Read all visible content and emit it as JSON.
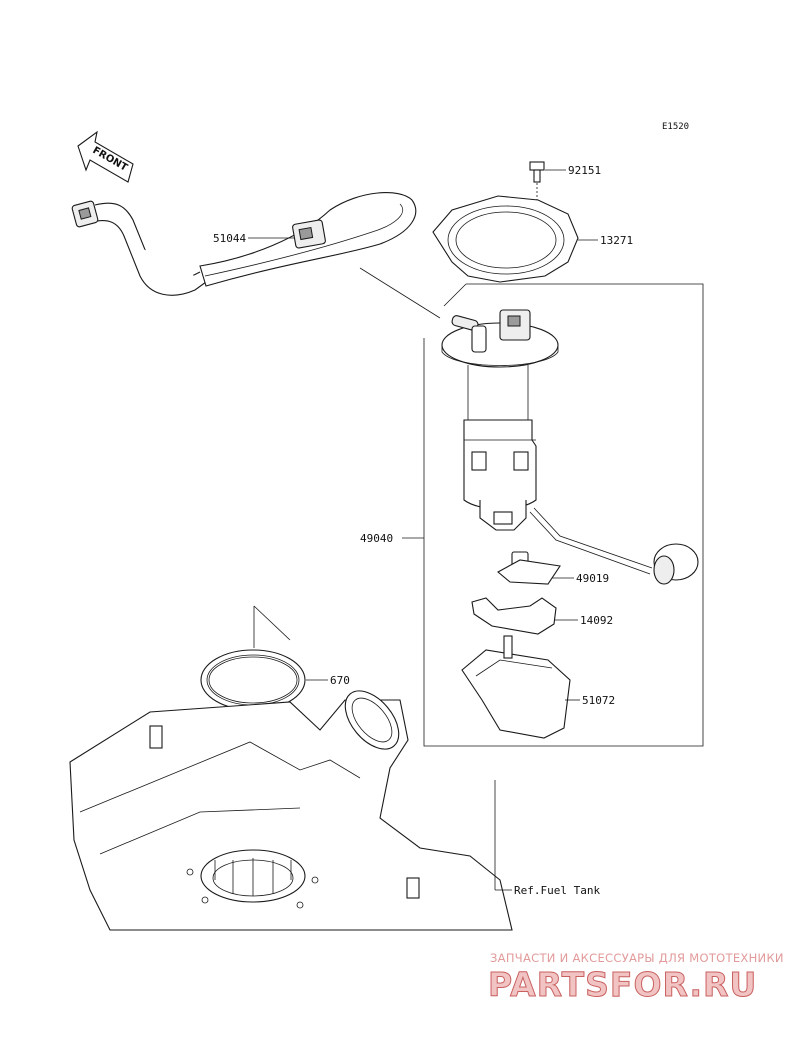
{
  "diagram_code": "E1520",
  "front_label": "FRONT",
  "parts": [
    {
      "id": "bolt",
      "number": "92151"
    },
    {
      "id": "plate",
      "number": "13271"
    },
    {
      "id": "hose",
      "number": "51044"
    },
    {
      "id": "pump-assy",
      "number": "49040"
    },
    {
      "id": "filter",
      "number": "49019"
    },
    {
      "id": "bracket",
      "number": "14092"
    },
    {
      "id": "cup",
      "number": "51072"
    },
    {
      "id": "gasket",
      "number": "670"
    }
  ],
  "reference_label": "Ref.Fuel Tank",
  "watermark": {
    "tagline": "ЗАПЧАСТИ И АКСЕССУАРЫ ДЛЯ МОТОТЕХНИКИ",
    "logo": "PARTSFOR.RU"
  }
}
